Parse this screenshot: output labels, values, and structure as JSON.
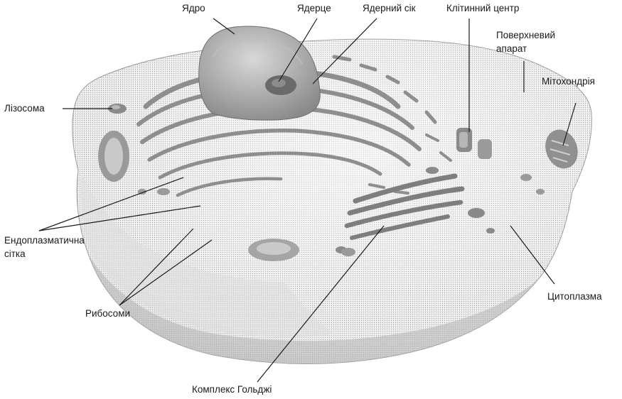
{
  "labels": {
    "nucleus": "Ядро",
    "nucleolus": "Ядерце",
    "nuclear_sap": "Ядерний сік",
    "cell_center": "Клітинний центр",
    "surface_apparatus_line1": "Поверхневий",
    "surface_apparatus_line2": "апарат",
    "lysosome": "Лізосома",
    "mitochondrion": "Мітохондрія",
    "er_line1": "Ендоплазматична",
    "er_line2": "сітка",
    "ribosomes": "Рибосоми",
    "cytoplasm": "Цитоплазма",
    "golgi": "Комплекс Гольджі"
  },
  "colors": {
    "cell_fill": "#ececec",
    "cell_dark": "#bdbdbd",
    "organelle": "#9c9c9c",
    "leader_line": "#1a1a1a",
    "text": "#1a1a1a"
  }
}
